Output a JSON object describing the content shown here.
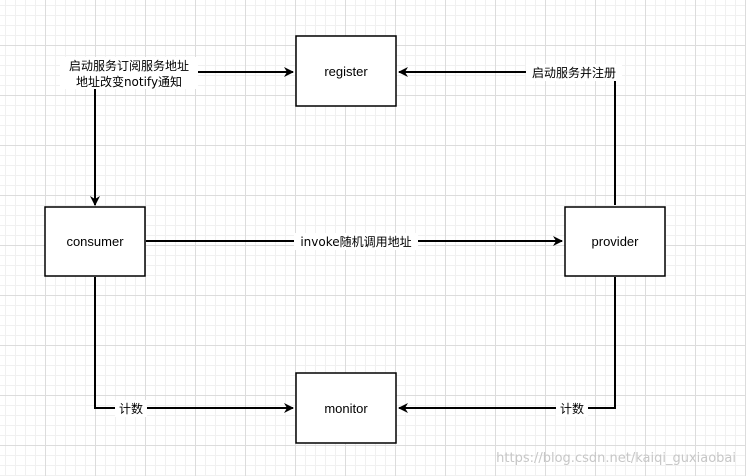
{
  "nodes": {
    "register": "register",
    "consumer": "consumer",
    "provider": "provider",
    "monitor": "monitor"
  },
  "edge_labels": {
    "consumer_register_line1": "启动服务订阅服务地址",
    "consumer_register_line2": "地址改变notify通知",
    "provider_register": "启动服务并注册",
    "consumer_provider": "invoke随机调用地址",
    "consumer_monitor": "计数",
    "provider_monitor": "计数"
  },
  "watermark": "https://blog.csdn.net/kaiqi_guxiaobai",
  "colors": {
    "line": "#000000",
    "box_fill": "#ffffff",
    "grid": "#dcdcdc",
    "watermark": "#c7c7c7"
  }
}
